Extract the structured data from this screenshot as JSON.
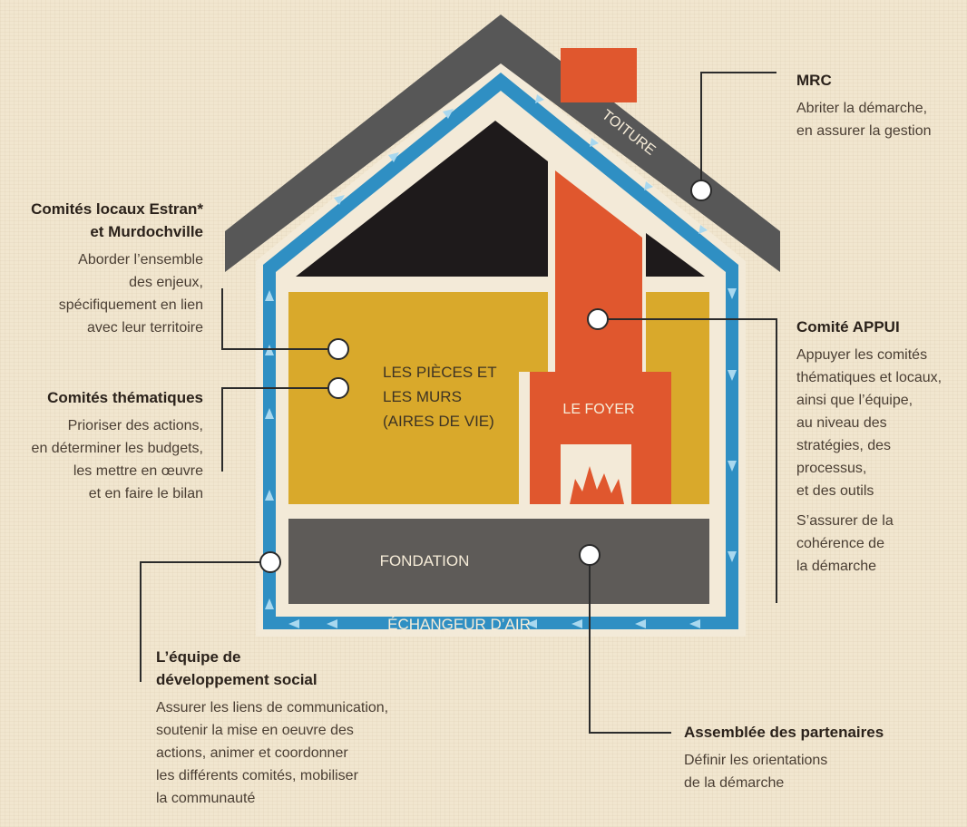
{
  "house": {
    "roof_label": "TOITURE",
    "rooms_label_1": "LES PIÈCES ET",
    "rooms_label_2": "LES MURS",
    "rooms_label_3": "(AIRES DE VIE)",
    "hearth_label": "LE FOYER",
    "foundation_label": "FONDATION",
    "air_exchanger_label": "ÉCHANGEUR D’AIR"
  },
  "labels": {
    "mrc": {
      "title": "MRC",
      "desc_1": "Abriter la démarche,",
      "desc_2": "en assurer la gestion"
    },
    "comites_locaux": {
      "title_1": "Comités locaux Estran*",
      "title_2": "et Murdochville",
      "desc_1": "Aborder l’ensemble",
      "desc_2": "des enjeux,",
      "desc_3": "spécifiquement en lien",
      "desc_4": "avec leur territoire"
    },
    "comites_thematiques": {
      "title": "Comités thématiques",
      "desc_1": "Prioriser des actions,",
      "desc_2": "en déterminer les budgets,",
      "desc_3": "les mettre en œuvre",
      "desc_4": "et en faire le bilan"
    },
    "comite_appui": {
      "title": "Comité APPUI",
      "desc_1": "Appuyer les comités",
      "desc_2": "thématiques et locaux,",
      "desc_3": "ainsi que l’équipe,",
      "desc_4": "au niveau des",
      "desc_5": "stratégies, des",
      "desc_6": "processus,",
      "desc_7": "et des outils",
      "desc_8": "S’assurer de la",
      "desc_9": "cohérence de",
      "desc_10": "la démarche"
    },
    "equipe": {
      "title_1": "L’équipe de",
      "title_2": "développement social",
      "desc_1": "Assurer les liens de communication,",
      "desc_2": "soutenir la mise en oeuvre des",
      "desc_3": "actions, animer et coordonner",
      "desc_4": "les différents comités, mobiliser",
      "desc_5": "la communauté"
    },
    "assemblee": {
      "title": "Assemblée des partenaires",
      "desc_1": "Définir les orientations",
      "desc_2": "de la démarche"
    }
  },
  "colors": {
    "roof": "#575757",
    "chimney": "#e0572e",
    "rooms": "#d9a92b",
    "attic": "#1e1a1b",
    "air": "#2f8fc3",
    "foundation": "#5e5b58",
    "inner_border": "#f3ead8",
    "leader_line": "#2b2b2b"
  }
}
